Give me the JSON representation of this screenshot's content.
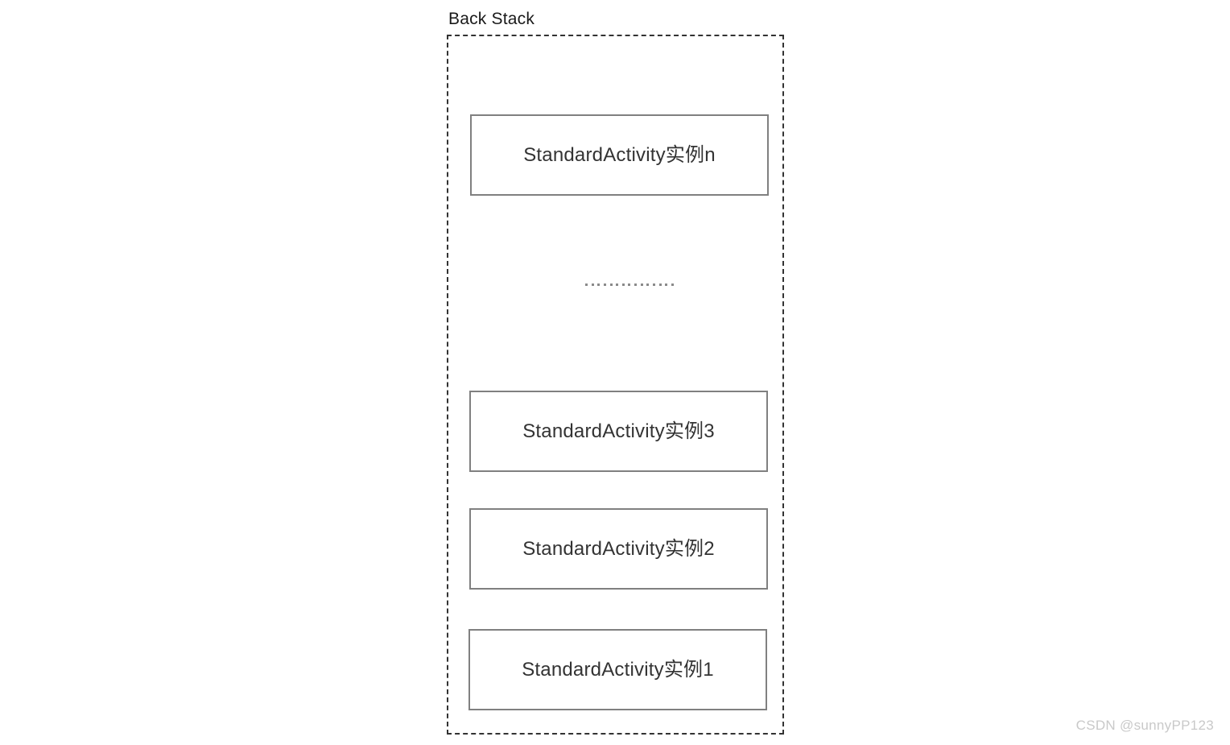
{
  "diagram": {
    "title": "Back Stack",
    "background_color": "#ffffff",
    "container": {
      "border_style": "dashed",
      "border_color": "#333333"
    },
    "box_style": {
      "border_color": "#808080",
      "fill_color": "#ffffff",
      "text_color": "#333333"
    },
    "boxes": [
      {
        "id": "instance-n",
        "label": "StandardActivity实例n"
      },
      {
        "id": "instance-3",
        "label": "StandardActivity实例3"
      },
      {
        "id": "instance-2",
        "label": "StandardActivity实例2"
      },
      {
        "id": "instance-1",
        "label": "StandardActivity实例1"
      }
    ],
    "ellipsis": {
      "label": "...............",
      "dot_count": 15,
      "color": "#8a8a8a"
    }
  },
  "watermark": {
    "text": "CSDN @sunnyPP123",
    "color": "#c9c9c9"
  }
}
